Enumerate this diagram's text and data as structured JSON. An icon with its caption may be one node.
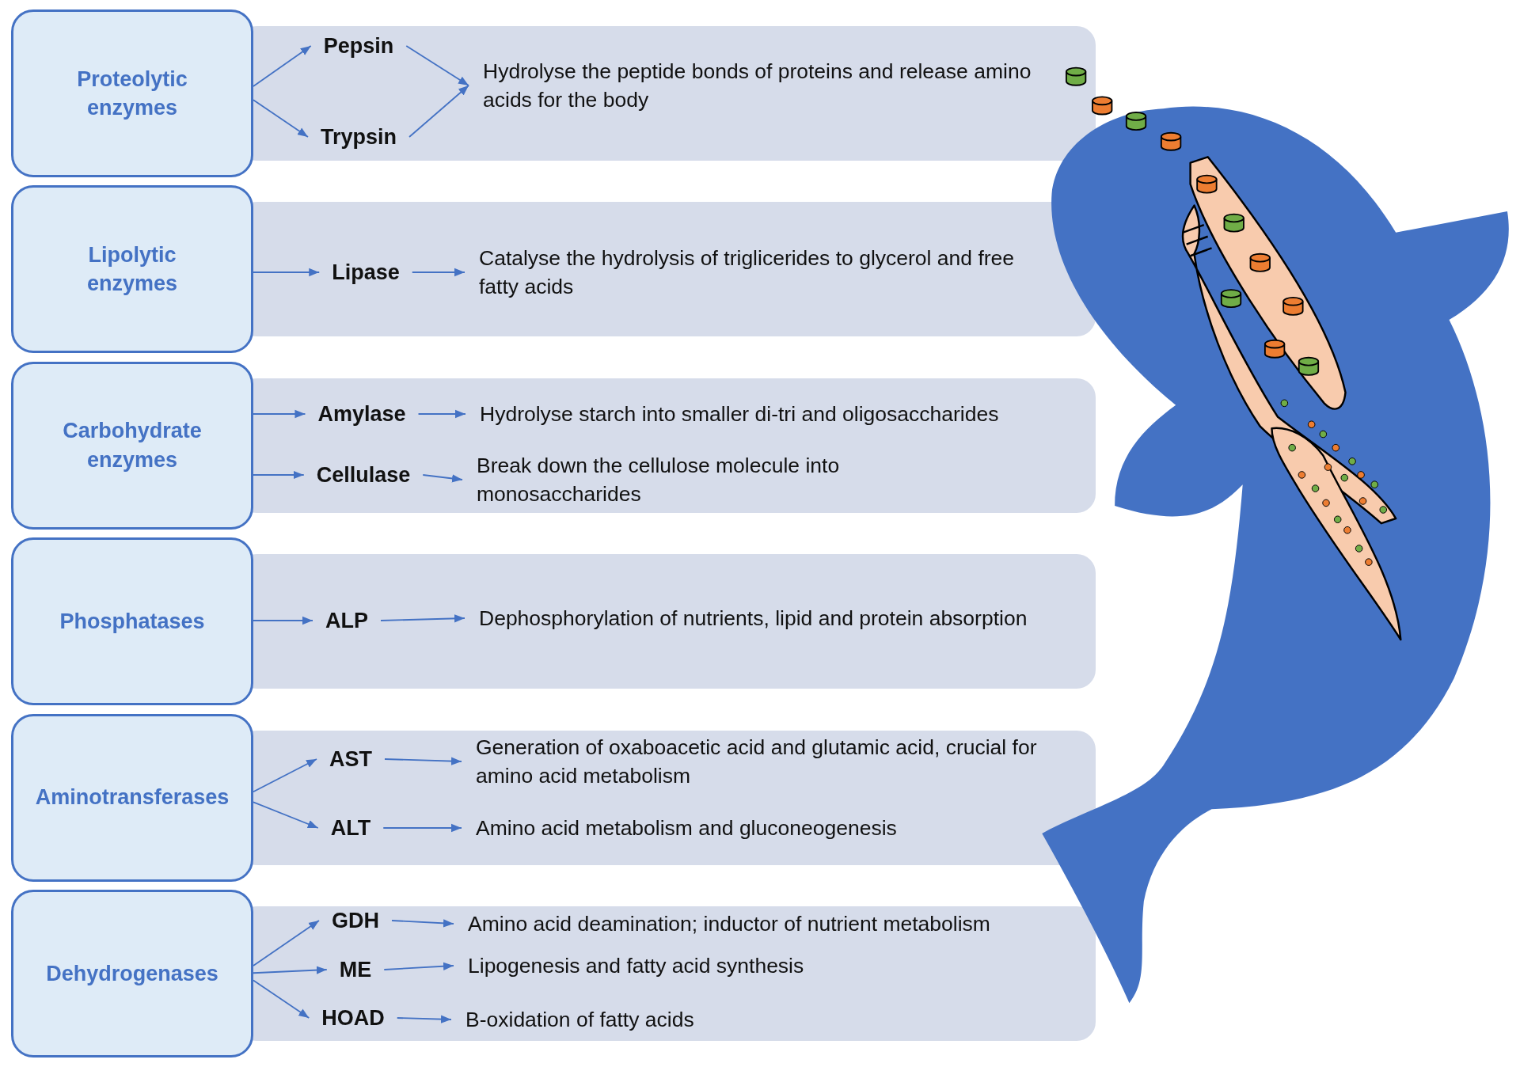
{
  "diagram": {
    "nodes": [
      {
        "text": [
          "Proteolytic enzymes"
        ]
      },
      {
        "text": [
          "Pepsin"
        ]
      },
      {
        "text": [
          "Trypsin"
        ]
      },
      {
        "text": [
          "Hydrolyse the peptide bonds of proteins and release amino acids for the body"
        ]
      },
      {
        "text": [
          "Lipolytic enzymes"
        ]
      },
      {
        "text": [
          "Lipase"
        ]
      },
      {
        "text": [
          "Catalyse the hydrolysis of triglicerides to glycerol and free fatty acids"
        ]
      },
      {
        "text": [
          "Carbohydrate enzymes"
        ]
      },
      {
        "text": [
          "Amylase"
        ]
      },
      {
        "text": [
          "Hydrolyse starch into smaller di-tri and oligosaccharides"
        ]
      },
      {
        "text": [
          "Cellulase"
        ]
      },
      {
        "text": [
          "Break down the cellulose molecule into monosaccharides"
        ]
      },
      {
        "text": [
          "Phosphatases"
        ]
      },
      {
        "text": [
          "ALP"
        ]
      },
      {
        "text": [
          "Dephosphorylation of nutrients, lipid and protein absorption"
        ]
      },
      {
        "text": [
          "Aminotransferases"
        ]
      },
      {
        "text": [
          "AST"
        ]
      },
      {
        "text": [
          "Generation of oxaboacetic acid and glutamic acid, crucial for amino acid metabolism"
        ]
      },
      {
        "text": [
          "ALT"
        ]
      },
      {
        "text": [
          "Amino acid metabolism and gluconeogenesis"
        ]
      },
      {
        "text": [
          "Dehydrogenases"
        ]
      },
      {
        "text": [
          "GDH"
        ]
      },
      {
        "text": [
          "Amino acid deamination; inductor of nutrient metabolism"
        ]
      },
      {
        "text": [
          "ME"
        ]
      },
      {
        "text": [
          "Lipogenesis and fatty acid synthesis"
        ]
      },
      {
        "text": [
          "HOAD"
        ]
      },
      {
        "text": [
          "B-oxidation of fatty acids"
        ]
      }
    ],
    "edges": [
      {
        "from": 0,
        "to": 1,
        "arrow": "to"
      },
      {
        "from": 0,
        "to": 2,
        "arrow": "to"
      },
      {
        "from": 1,
        "to": 3,
        "arrow": "to"
      },
      {
        "from": 2,
        "to": 3,
        "arrow": "to"
      },
      {
        "from": 4,
        "to": 5,
        "arrow": "to"
      },
      {
        "from": 5,
        "to": 6,
        "arrow": "to"
      },
      {
        "from": 7,
        "to": 8,
        "arrow": "to"
      },
      {
        "from": 7,
        "to": 10,
        "arrow": "to"
      },
      {
        "from": 8,
        "to": 9,
        "arrow": "to"
      },
      {
        "from": 10,
        "to": 11,
        "arrow": "to"
      },
      {
        "from": 12,
        "to": 13,
        "arrow": "to"
      },
      {
        "from": 13,
        "to": 14,
        "arrow": "to"
      },
      {
        "from": 15,
        "to": 16,
        "arrow": "to"
      },
      {
        "from": 15,
        "to": 18,
        "arrow": "to"
      },
      {
        "from": 16,
        "to": 17,
        "arrow": "to"
      },
      {
        "from": 18,
        "to": 19,
        "arrow": "to"
      },
      {
        "from": 20,
        "to": 21,
        "arrow": "to"
      },
      {
        "from": 20,
        "to": 23,
        "arrow": "to"
      },
      {
        "from": 20,
        "to": 25,
        "arrow": "to"
      },
      {
        "from": 21,
        "to": 22,
        "arrow": "to"
      },
      {
        "from": 23,
        "to": 24,
        "arrow": "to"
      },
      {
        "from": 25,
        "to": 26,
        "arrow": "to"
      }
    ]
  }
}
